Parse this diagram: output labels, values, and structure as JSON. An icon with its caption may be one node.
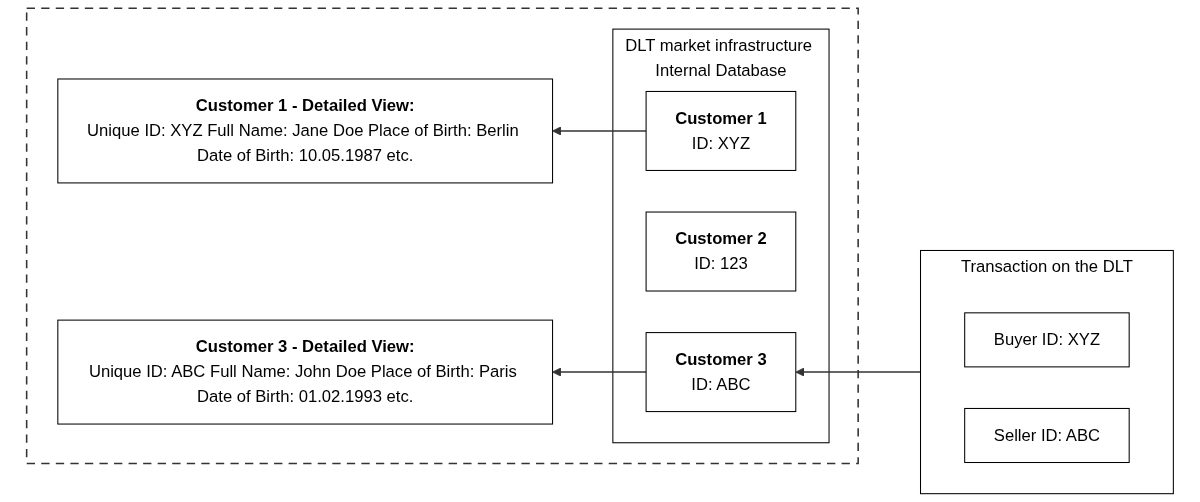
{
  "diagram": {
    "nodes": [
      {
        "text": [],
        "shape": "box"
      },
      {
        "text": [
          "Customer 1 - Detailed View:",
          "Unique ID: XYZ Full Name: Jane Doe Place of Birth: Berlin Date of Birth: 10.05.1987 etc."
        ],
        "in": 0
      },
      {
        "text": [
          "DLT market infrastructure Internal Database"
        ],
        "in": 0
      },
      {
        "text": [
          "Customer 1",
          "ID: XYZ"
        ],
        "in": 2
      },
      {
        "text": [
          "Customer 2",
          "ID: 123"
        ],
        "in": 2
      },
      {
        "text": [
          "Customer 3",
          "ID: ABC"
        ],
        "in": 2
      },
      {
        "text": [
          "Customer 3 - Detailed View:",
          "Unique ID: ABC Full Name: John Doe Place of Birth: Paris Date of Birth: 01.02.1993 etc."
        ],
        "in": 0
      },
      {
        "text": [
          "Transaction on the DLT"
        ]
      },
      {
        "text": [
          "Buyer ID: XYZ"
        ],
        "in": 7
      },
      {
        "text": [
          "Seller ID: ABC"
        ],
        "in": 7
      }
    ],
    "edges": [
      {
        "from": 3,
        "to": 1,
        "arrow": "to"
      },
      {
        "from": 5,
        "to": 6,
        "arrow": "to"
      },
      {
        "from": 7,
        "to": 5,
        "arrow": "to"
      }
    ]
  }
}
